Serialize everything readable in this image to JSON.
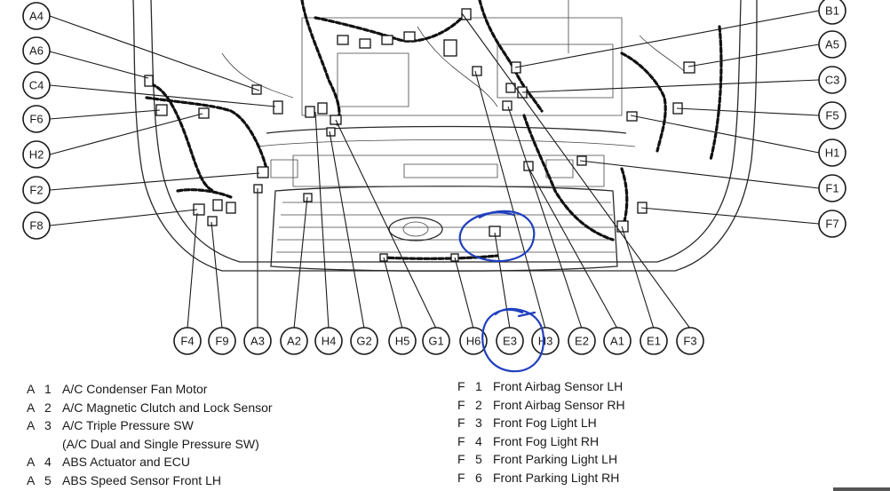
{
  "callouts": [
    {
      "id": "A4",
      "label": "A4"
    },
    {
      "id": "A6",
      "label": "A6"
    },
    {
      "id": "C4",
      "label": "C4"
    },
    {
      "id": "F6",
      "label": "F6"
    },
    {
      "id": "H2",
      "label": "H2"
    },
    {
      "id": "F2",
      "label": "F2"
    },
    {
      "id": "F8",
      "label": "F8"
    },
    {
      "id": "B1",
      "label": "B1"
    },
    {
      "id": "A5",
      "label": "A5"
    },
    {
      "id": "C3",
      "label": "C3"
    },
    {
      "id": "F5",
      "label": "F5"
    },
    {
      "id": "H1",
      "label": "H1"
    },
    {
      "id": "F1",
      "label": "F1"
    },
    {
      "id": "F7",
      "label": "F7"
    },
    {
      "id": "F4",
      "label": "F4"
    },
    {
      "id": "F9",
      "label": "F9"
    },
    {
      "id": "A3",
      "label": "A3"
    },
    {
      "id": "A2",
      "label": "A2"
    },
    {
      "id": "H4",
      "label": "H4"
    },
    {
      "id": "G2",
      "label": "G2"
    },
    {
      "id": "H5",
      "label": "H5"
    },
    {
      "id": "G1",
      "label": "G1"
    },
    {
      "id": "H6",
      "label": "H6"
    },
    {
      "id": "E3",
      "label": "E3"
    },
    {
      "id": "H3",
      "label": "H3"
    },
    {
      "id": "E2",
      "label": "E2"
    },
    {
      "id": "A1",
      "label": "A1"
    },
    {
      "id": "E1",
      "label": "E1"
    },
    {
      "id": "F3",
      "label": "F3"
    }
  ],
  "legend_left": [
    {
      "letter": "A",
      "num": "1",
      "text": "A/C Condenser Fan Motor"
    },
    {
      "letter": "A",
      "num": "2",
      "text": "A/C Magnetic Clutch and Lock Sensor"
    },
    {
      "letter": "A",
      "num": "3",
      "text": "A/C Triple Pressure SW"
    },
    {
      "letter": "",
      "num": "",
      "text": "(A/C Dual and Single Pressure SW)"
    },
    {
      "letter": "A",
      "num": "4",
      "text": "ABS Actuator and ECU"
    },
    {
      "letter": "A",
      "num": "5",
      "text": "ABS Speed Sensor Front LH"
    }
  ],
  "legend_right": [
    {
      "letter": "F",
      "num": "1",
      "text": "Front Airbag Sensor LH"
    },
    {
      "letter": "F",
      "num": "2",
      "text": "Front Airbag Sensor RH"
    },
    {
      "letter": "F",
      "num": "3",
      "text": "Front Fog Light LH"
    },
    {
      "letter": "F",
      "num": "4",
      "text": "Front Fog Light RH"
    },
    {
      "letter": "F",
      "num": "5",
      "text": "Front Parking Light LH"
    },
    {
      "letter": "F",
      "num": "6",
      "text": "Front Parking Light RH"
    }
  ],
  "colors": {
    "ink": "#1f3fbf",
    "line": "#1a1a1a"
  }
}
